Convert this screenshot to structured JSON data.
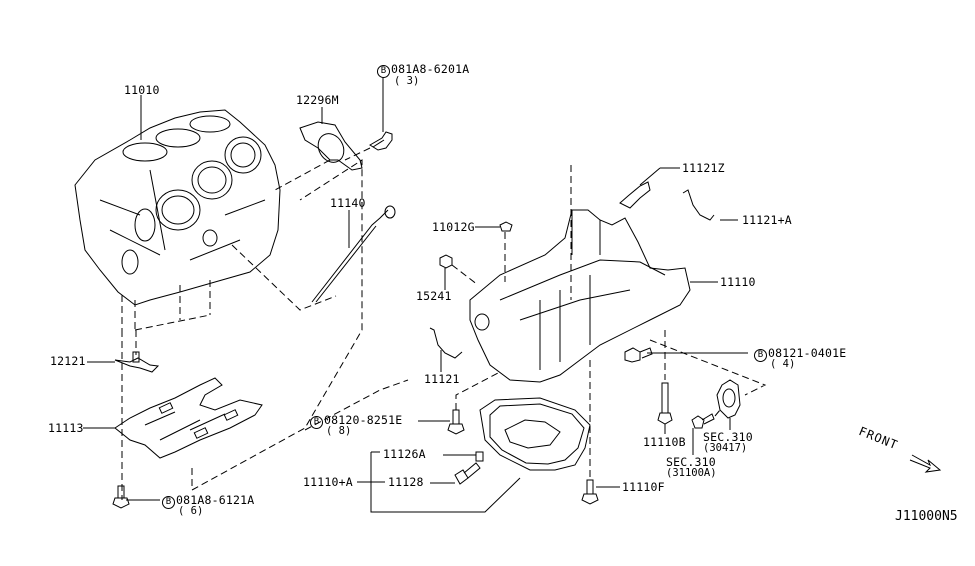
{
  "diagram": {
    "code": "J11000N5",
    "front_label": "FRONT",
    "callouts": [
      {
        "id": "11010",
        "label": "11010",
        "part": "cylinder-block"
      },
      {
        "id": "12296M",
        "label": "12296M",
        "part": "rear-oil-seal-retainer"
      },
      {
        "id": "081A8-6201A",
        "label": "081A8-6201A",
        "qty": "( 3)",
        "bolt": "B",
        "part": "retainer-bolt"
      },
      {
        "id": "11140",
        "label": "11140",
        "part": "oil-level-gauge"
      },
      {
        "id": "11121Z",
        "label": "11121Z",
        "part": "gasket-tube"
      },
      {
        "id": "11121+A",
        "label": "11121+A",
        "part": "gasket-seal-a"
      },
      {
        "id": "11012G",
        "label": "11012G",
        "part": "plug"
      },
      {
        "id": "15241",
        "label": "15241",
        "part": "oil-plug"
      },
      {
        "id": "11110",
        "label": "11110",
        "part": "upper-oil-pan"
      },
      {
        "id": "12121",
        "label": "12121",
        "part": "oil-jet"
      },
      {
        "id": "11121",
        "label": "11121",
        "part": "gasket"
      },
      {
        "id": "08121-0401E",
        "label": "08121-0401E",
        "qty": "( 4)",
        "bolt": "B",
        "part": "pan-bolt-upper"
      },
      {
        "id": "11113",
        "label": "11113",
        "part": "baffle-plate"
      },
      {
        "id": "08120-8251E",
        "label": "08120-8251E",
        "qty": "( 8)",
        "bolt": "B",
        "part": "pan-bolt"
      },
      {
        "id": "11110B",
        "label": "11110B",
        "part": "pan-long-bolt"
      },
      {
        "id": "SEC310-30417",
        "label": "SEC.310",
        "sub": "(30417)",
        "part": "cover-plate"
      },
      {
        "id": "SEC310-31100A",
        "label": "SEC.310",
        "sub": "(31100A)",
        "part": "cover-bolt"
      },
      {
        "id": "11126A",
        "label": "11126A",
        "part": "drain-washer"
      },
      {
        "id": "11110+A",
        "label": "11110+A",
        "part": "lower-oil-pan-assy"
      },
      {
        "id": "11128",
        "label": "11128",
        "part": "drain-plug"
      },
      {
        "id": "11110F",
        "label": "11110F",
        "part": "pan-bolt-f"
      },
      {
        "id": "081A8-6121A",
        "label": "081A8-6121A",
        "qty": "( 6)",
        "bolt": "B",
        "part": "baffle-bolt"
      }
    ]
  }
}
